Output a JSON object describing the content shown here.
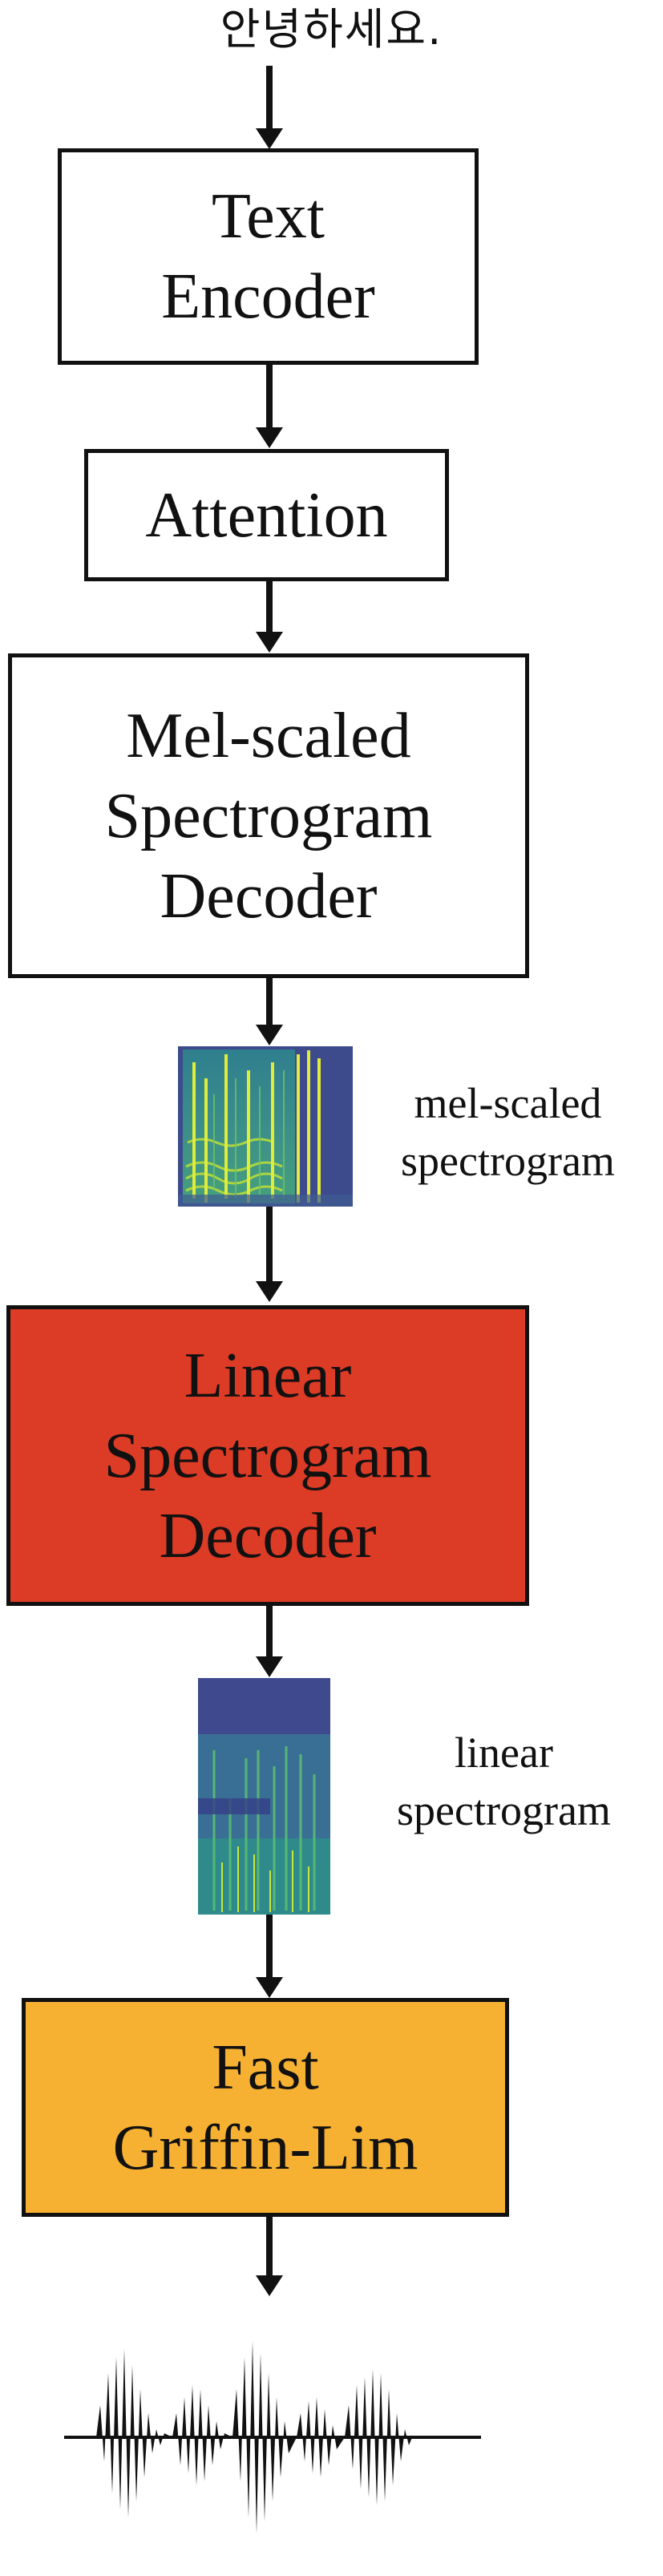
{
  "input_text": "안녕하세요.",
  "boxes": {
    "text_encoder": "Text\nEncoder",
    "attention": "Attention",
    "mel_decoder": "Mel-scaled\nSpectrogram\nDecoder",
    "linear_decoder": "Linear\nSpectrogram\nDecoder",
    "griffin_lim": "Fast\nGriffin-Lim"
  },
  "labels": {
    "mel_spectrogram": "mel-scaled\nspectrogram",
    "linear_spectrogram": "linear\nspectrogram"
  },
  "colors": {
    "linear_decoder_fill": "#dc3b26",
    "griffin_lim_fill": "#f6b133",
    "spectrogram_base": "#3f4b8f",
    "spectrogram_highlight": "#c9e43a"
  }
}
